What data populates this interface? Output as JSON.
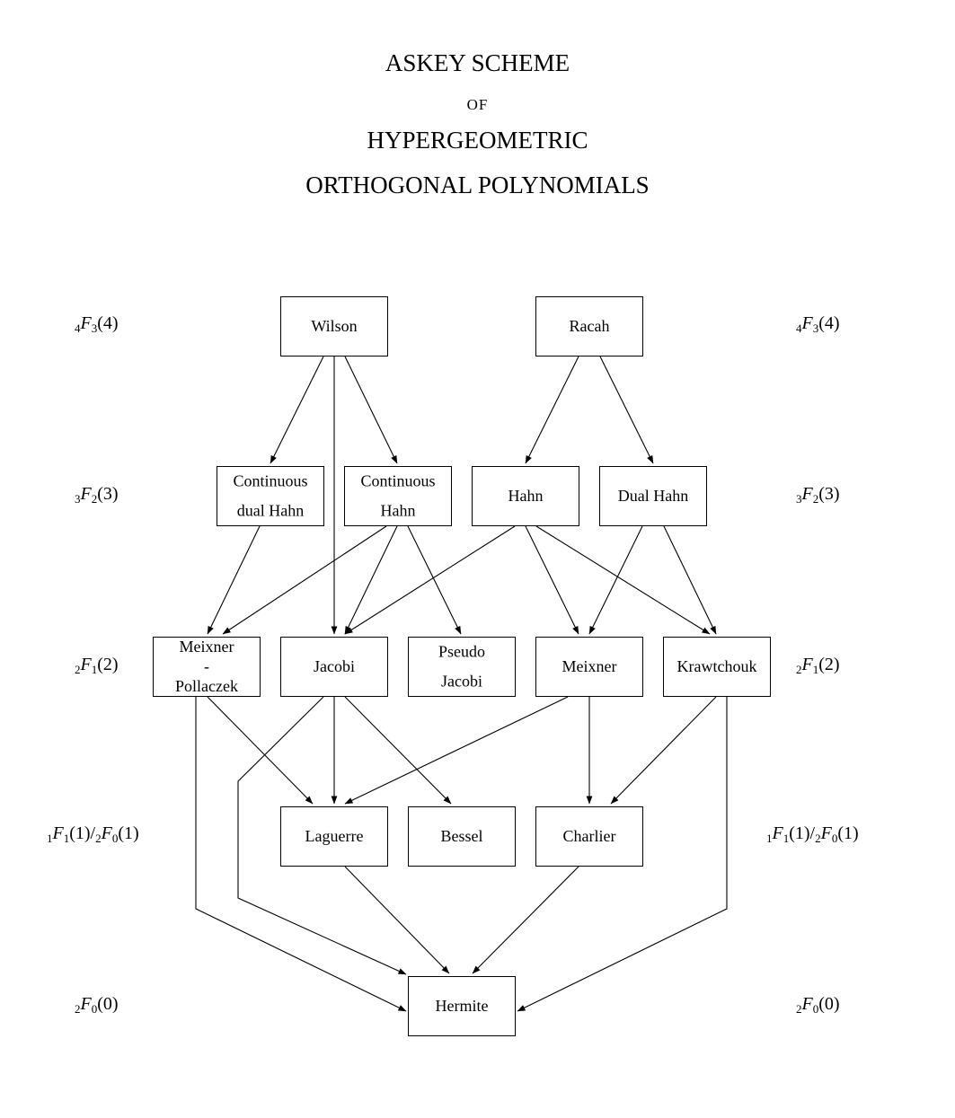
{
  "title": {
    "line1": "ASKEY SCHEME",
    "line2": "OF",
    "line3": "HYPERGEOMETRIC",
    "line4": "ORTHOGONAL POLYNOMIALS"
  },
  "levels": [
    {
      "pre": "4",
      "f": "F",
      "post": "3",
      "arg": "(4)"
    },
    {
      "pre": "3",
      "f": "F",
      "post": "2",
      "arg": "(3)"
    },
    {
      "pre": "2",
      "f": "F",
      "post": "1",
      "arg": "(2)"
    },
    {
      "pre": "1",
      "f": "F",
      "post": "1",
      "arg": "(1)/",
      "pre2": "2",
      "f2": "F",
      "post2": "0",
      "arg2": "(1)"
    },
    {
      "pre": "2",
      "f": "F",
      "post": "0",
      "arg": "(0)"
    }
  ],
  "nodes": {
    "wilson": [
      "Wilson"
    ],
    "racah": [
      "Racah"
    ],
    "cont_dual_hahn": [
      "Continuous",
      "dual Hahn"
    ],
    "cont_hahn": [
      "Continuous",
      "Hahn"
    ],
    "hahn": [
      "Hahn"
    ],
    "dual_hahn": [
      "Dual Hahn"
    ],
    "meixner_pollaczek": [
      "Meixner",
      "-",
      "Pollaczek"
    ],
    "jacobi": [
      "Jacobi"
    ],
    "pseudo_jacobi": [
      "Pseudo",
      "Jacobi"
    ],
    "meixner": [
      "Meixner"
    ],
    "krawtchouk": [
      "Krawtchouk"
    ],
    "laguerre": [
      "Laguerre"
    ],
    "bessel": [
      "Bessel"
    ],
    "charlier": [
      "Charlier"
    ],
    "hermite": [
      "Hermite"
    ]
  },
  "edges": [
    [
      "wilson",
      "cont_dual_hahn"
    ],
    [
      "wilson",
      "cont_hahn"
    ],
    [
      "wilson",
      "jacobi"
    ],
    [
      "racah",
      "hahn"
    ],
    [
      "racah",
      "dual_hahn"
    ],
    [
      "cont_dual_hahn",
      "meixner_pollaczek"
    ],
    [
      "cont_hahn",
      "meixner_pollaczek"
    ],
    [
      "cont_hahn",
      "jacobi"
    ],
    [
      "cont_hahn",
      "pseudo_jacobi"
    ],
    [
      "hahn",
      "jacobi"
    ],
    [
      "hahn",
      "meixner"
    ],
    [
      "hahn",
      "krawtchouk"
    ],
    [
      "dual_hahn",
      "meixner"
    ],
    [
      "dual_hahn",
      "krawtchouk"
    ],
    [
      "meixner_pollaczek",
      "laguerre"
    ],
    [
      "meixner_pollaczek",
      "hermite"
    ],
    [
      "jacobi",
      "laguerre"
    ],
    [
      "jacobi",
      "bessel"
    ],
    [
      "jacobi",
      "hermite"
    ],
    [
      "meixner",
      "laguerre"
    ],
    [
      "meixner",
      "charlier"
    ],
    [
      "krawtchouk",
      "charlier"
    ],
    [
      "krawtchouk",
      "hermite"
    ],
    [
      "laguerre",
      "hermite"
    ],
    [
      "charlier",
      "hermite"
    ]
  ]
}
